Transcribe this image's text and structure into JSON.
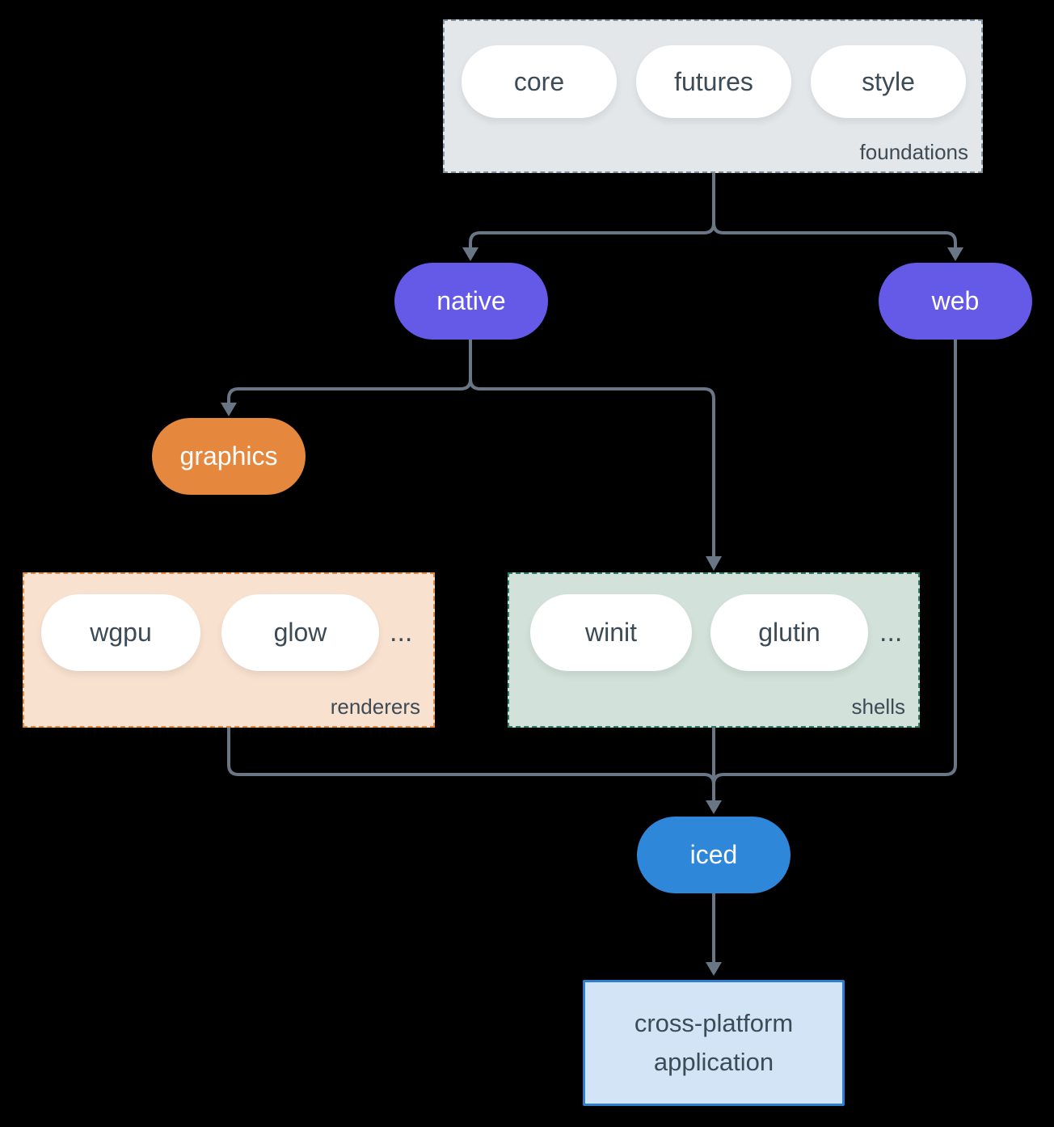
{
  "colors": {
    "background": "#000000",
    "connector": "#697685",
    "node_purple": "#655AE8",
    "node_orange": "#E5873D",
    "node_blue": "#2E87D8",
    "pill_white": "#FFFFFF",
    "text_dark": "#3D4B57",
    "text_light": "#FFFFFF",
    "foundations_bg": "#E3E7EA",
    "foundations_border": "#8493A2",
    "renderers_bg": "#F9E1CF",
    "renderers_border": "#E5873D",
    "shells_bg": "#D2E1D9",
    "shells_border": "#2F7A6B",
    "application_bg": "#D2E4F6",
    "application_border": "#2E7FD0"
  },
  "groups": {
    "foundations": {
      "label": "foundations",
      "pills": [
        "core",
        "futures",
        "style"
      ]
    },
    "renderers": {
      "label": "renderers",
      "pills": [
        "wgpu",
        "glow"
      ],
      "ellipsis": "..."
    },
    "shells": {
      "label": "shells",
      "pills": [
        "winit",
        "glutin"
      ],
      "ellipsis": "..."
    }
  },
  "nodes": {
    "native": {
      "label": "native"
    },
    "web": {
      "label": "web"
    },
    "graphics": {
      "label": "graphics"
    },
    "iced": {
      "label": "iced"
    },
    "application": {
      "label_line1": "cross-platform",
      "label_line2": "application"
    }
  }
}
